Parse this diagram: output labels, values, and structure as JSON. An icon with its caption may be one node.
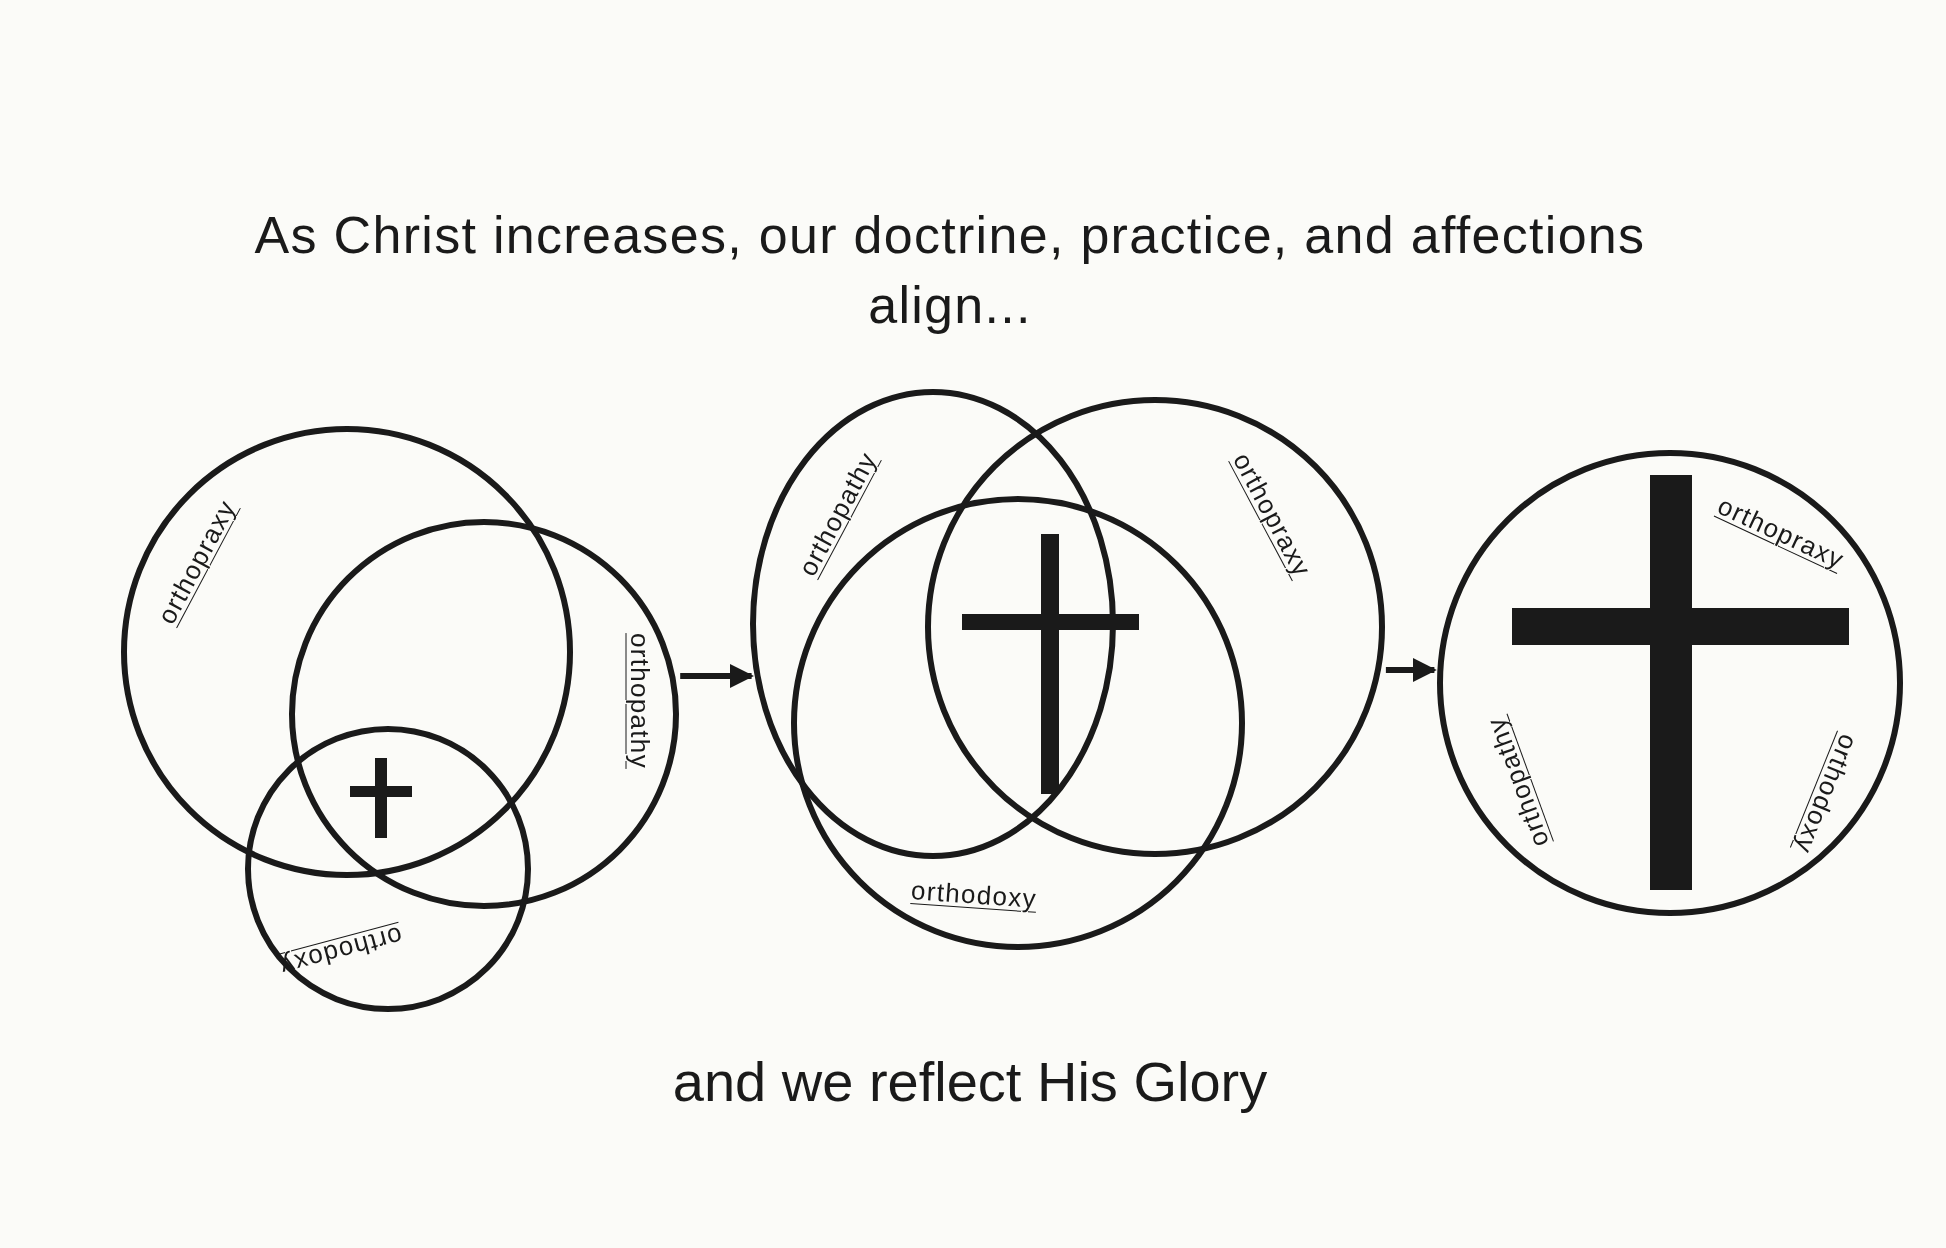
{
  "diagram": {
    "title": "As Christ increases, our doctrine, practice, and affections align...",
    "caption": "and we reflect His Glory",
    "nodes": [
      {
        "text": [
          "orthopraxy"
        ]
      },
      {
        "text": [
          "orthopathy"
        ]
      },
      {
        "text": [
          "orthodoxy"
        ]
      },
      {
        "text": [
          "orthopathy"
        ]
      },
      {
        "text": [
          "orthopraxy"
        ]
      },
      {
        "text": [
          "orthodoxy"
        ]
      },
      {
        "text": [
          "orthopraxy",
          "orthodoxy",
          "orthopathy"
        ]
      }
    ],
    "edges": [
      {
        "from": 1,
        "to": 3,
        "arrow": "to"
      },
      {
        "from": 4,
        "to": 6,
        "arrow": "to"
      }
    ]
  }
}
